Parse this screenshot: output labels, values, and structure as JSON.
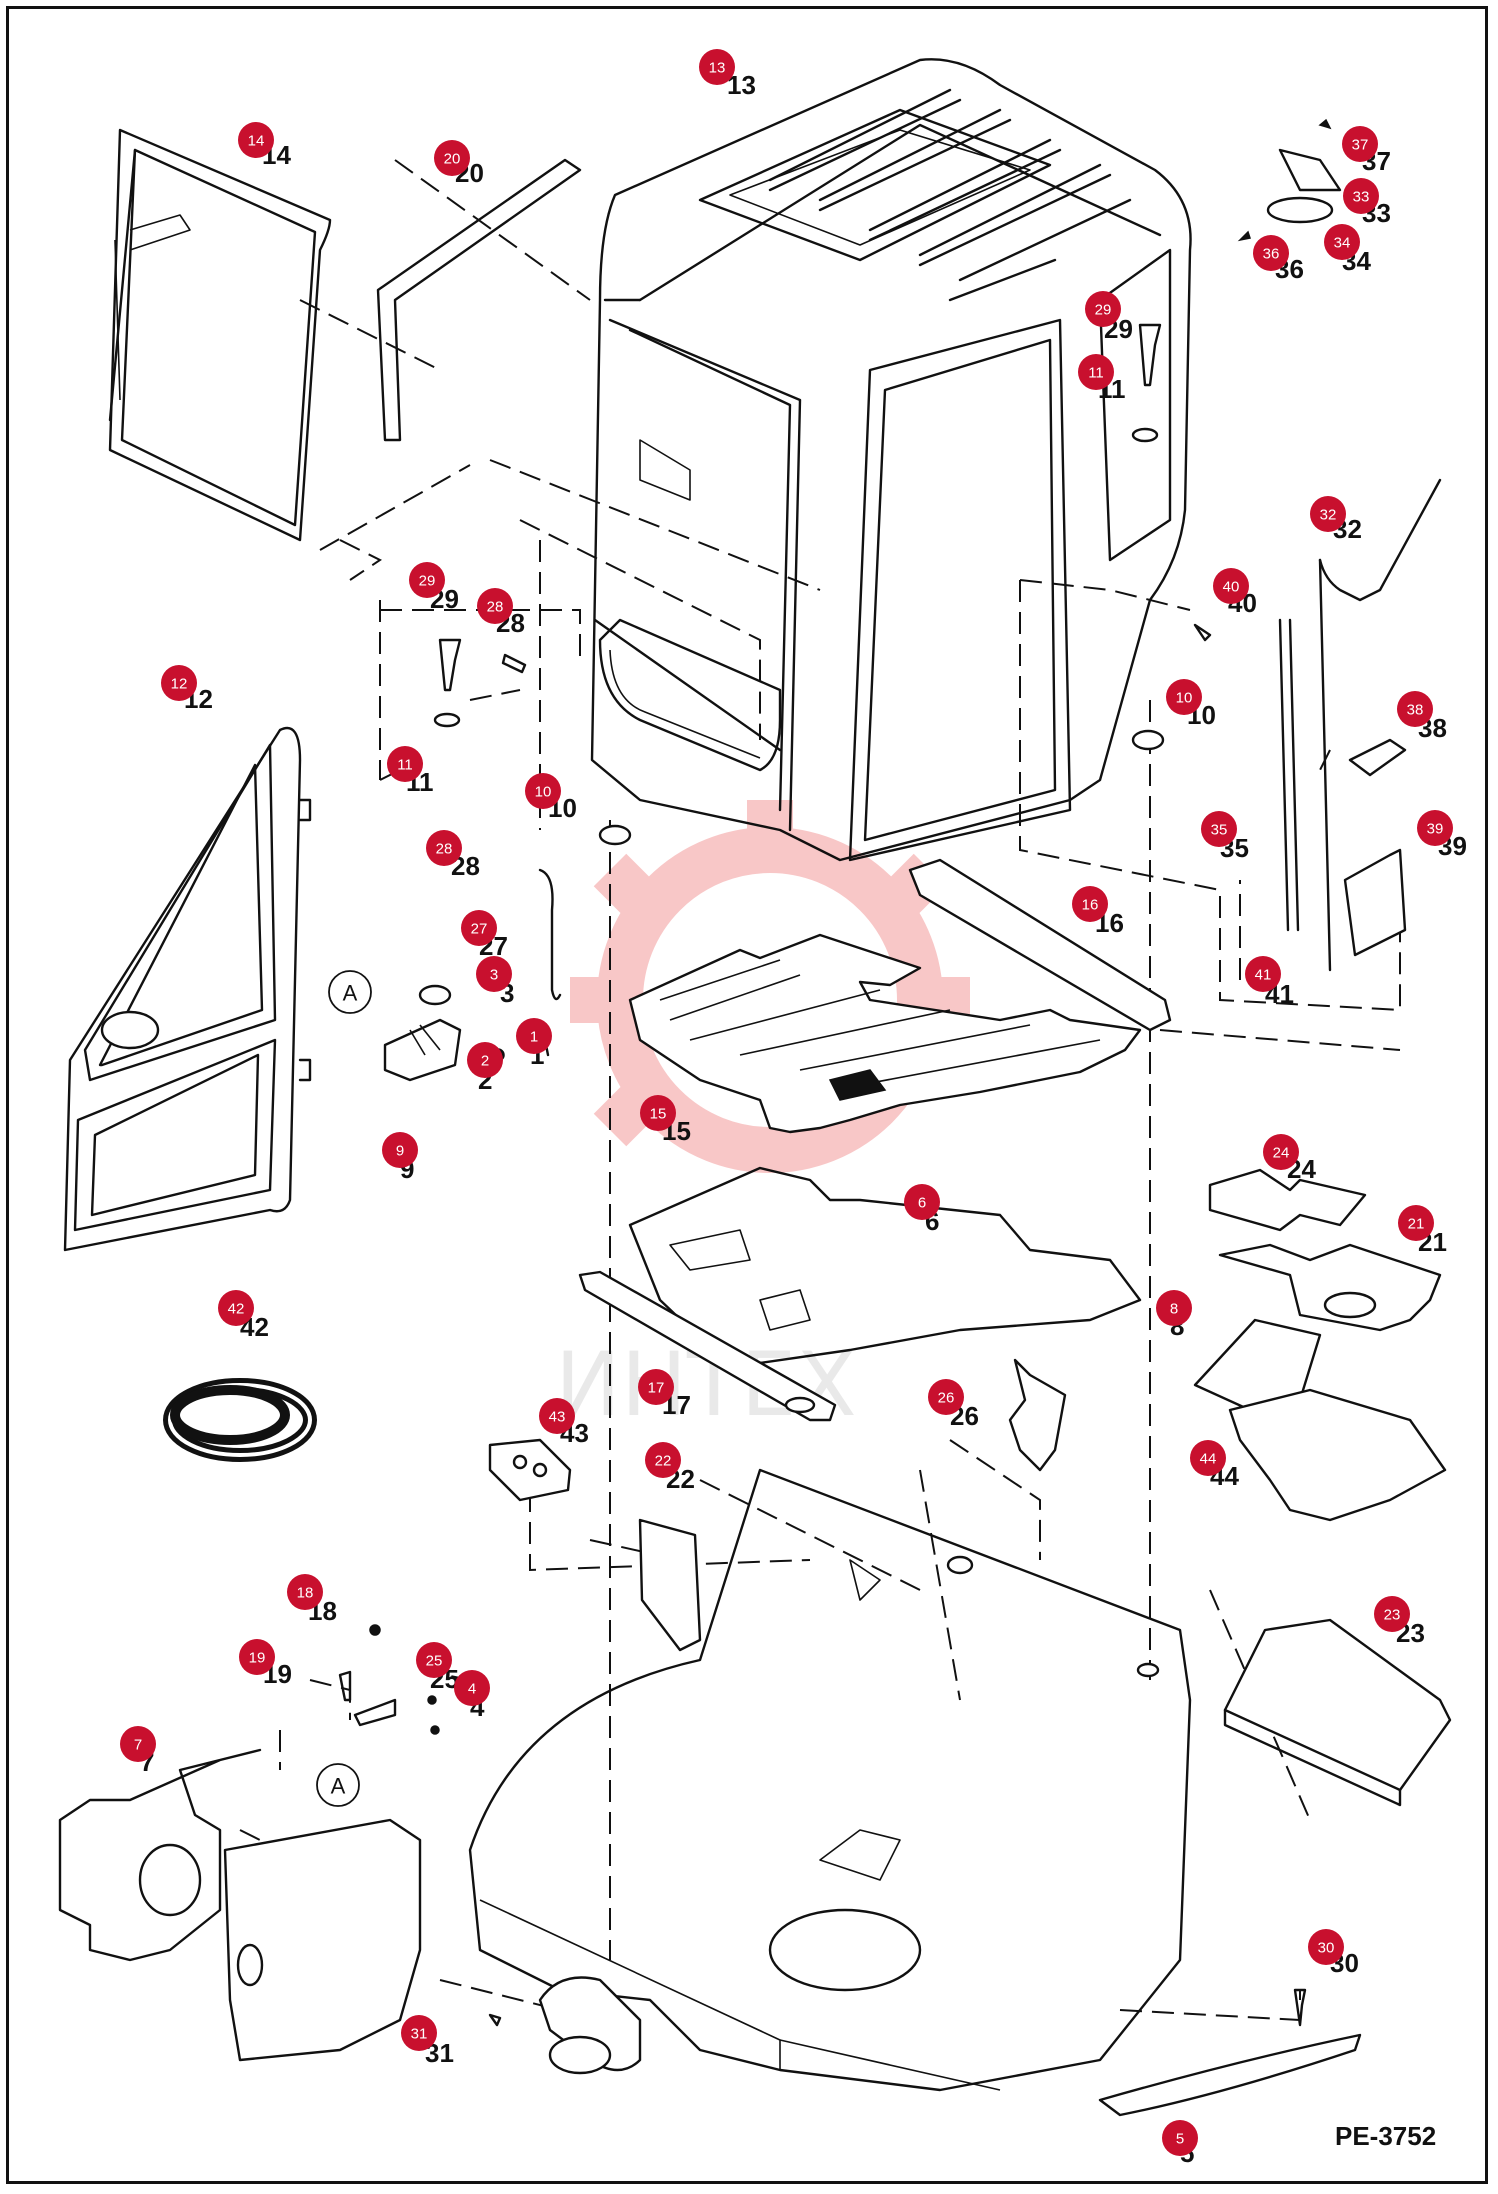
{
  "diagram_code": "PE-3752",
  "watermark_text": "ИНТЕХ",
  "reference_marker": "A",
  "accent_color": "#c8102e",
  "callouts": [
    {
      "id": "p13",
      "number": "13"
    },
    {
      "id": "p14",
      "number": "14"
    },
    {
      "id": "p20",
      "number": "20"
    },
    {
      "id": "p37",
      "number": "37"
    },
    {
      "id": "p33",
      "number": "33"
    },
    {
      "id": "p34",
      "number": "34"
    },
    {
      "id": "p36",
      "number": "36"
    },
    {
      "id": "p29a",
      "number": "29"
    },
    {
      "id": "p11a",
      "number": "11"
    },
    {
      "id": "p32",
      "number": "32"
    },
    {
      "id": "p40",
      "number": "40"
    },
    {
      "id": "p29b",
      "number": "29"
    },
    {
      "id": "p28a",
      "number": "28"
    },
    {
      "id": "p12",
      "number": "12"
    },
    {
      "id": "p11b",
      "number": "11"
    },
    {
      "id": "p10a",
      "number": "10"
    },
    {
      "id": "p10b",
      "number": "10"
    },
    {
      "id": "p38",
      "number": "38"
    },
    {
      "id": "p35",
      "number": "35"
    },
    {
      "id": "p39",
      "number": "39"
    },
    {
      "id": "p28b",
      "number": "28"
    },
    {
      "id": "p16",
      "number": "16"
    },
    {
      "id": "p27",
      "number": "27"
    },
    {
      "id": "p3",
      "number": "3"
    },
    {
      "id": "p41",
      "number": "41"
    },
    {
      "id": "p1",
      "number": "1"
    },
    {
      "id": "p2",
      "number": "2"
    },
    {
      "id": "p9",
      "number": "9"
    },
    {
      "id": "p15",
      "number": "15"
    },
    {
      "id": "p24",
      "number": "24"
    },
    {
      "id": "p6",
      "number": "6"
    },
    {
      "id": "p21",
      "number": "21"
    },
    {
      "id": "p8",
      "number": "8"
    },
    {
      "id": "p42",
      "number": "42"
    },
    {
      "id": "p17",
      "number": "17"
    },
    {
      "id": "p26",
      "number": "26"
    },
    {
      "id": "p43",
      "number": "43"
    },
    {
      "id": "p22",
      "number": "22"
    },
    {
      "id": "p44",
      "number": "44"
    },
    {
      "id": "p18",
      "number": "18"
    },
    {
      "id": "p23",
      "number": "23"
    },
    {
      "id": "p19",
      "number": "19"
    },
    {
      "id": "p25",
      "number": "25"
    },
    {
      "id": "p4",
      "number": "4"
    },
    {
      "id": "p7",
      "number": "7"
    },
    {
      "id": "p30",
      "number": "30"
    },
    {
      "id": "p31",
      "number": "31"
    },
    {
      "id": "p5",
      "number": "5"
    }
  ]
}
